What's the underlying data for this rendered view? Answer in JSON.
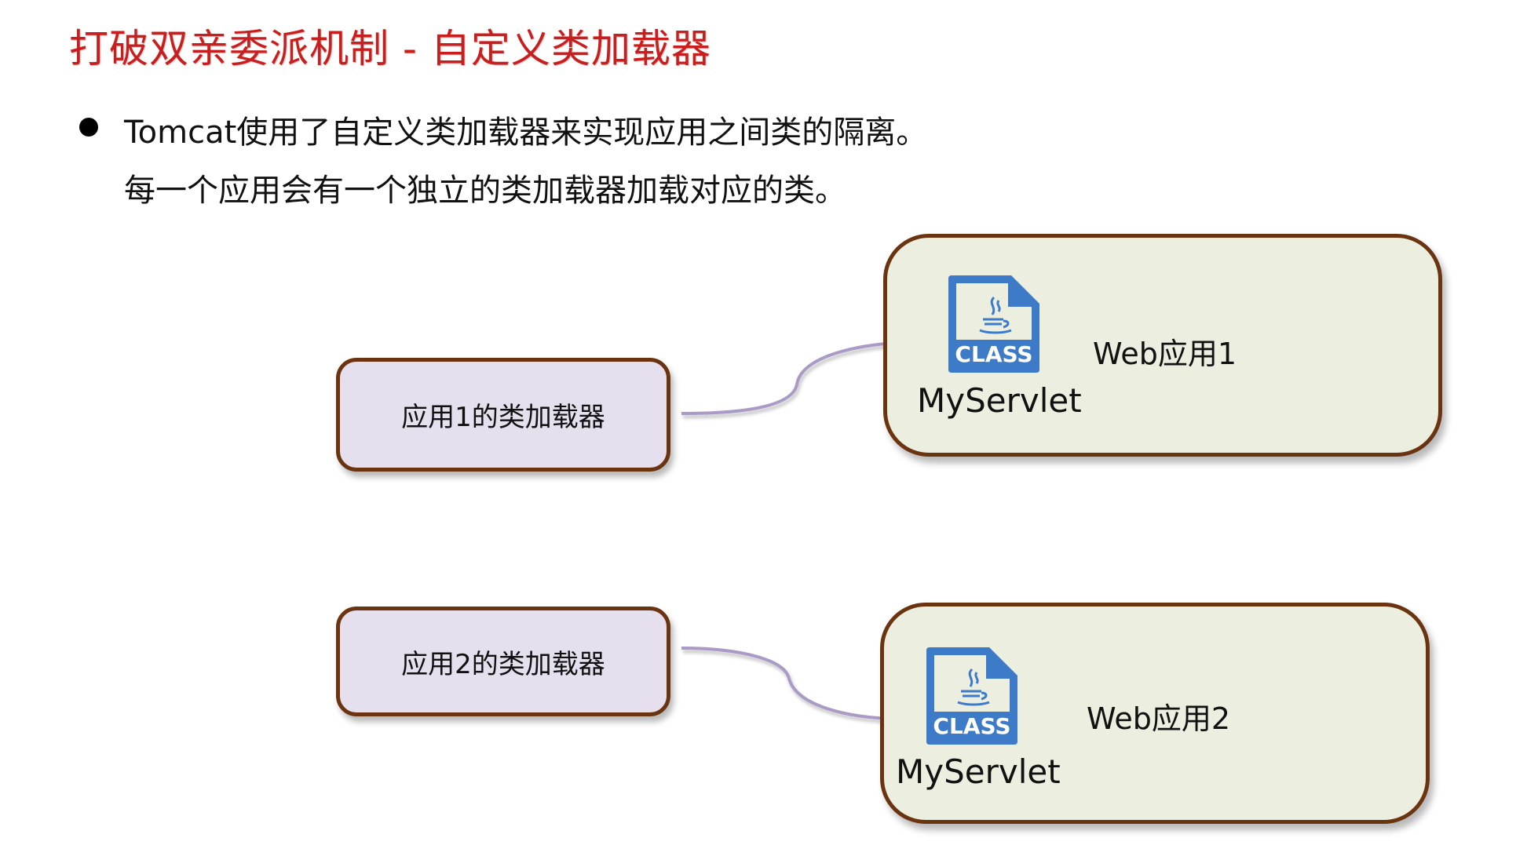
{
  "slide": {
    "title": "打破双亲委派机制 - 自定义类加载器",
    "bullet": {
      "line1": "Tomcat使用了自定义类加载器来实现应用之间类的隔离。",
      "line2": "每一个应用会有一个独立的类加载器加载对应的类。"
    }
  },
  "diagram": {
    "loaders": [
      {
        "label": "应用1的类加载器"
      },
      {
        "label": "应用2的类加载器"
      }
    ],
    "webapps": [
      {
        "label": "Web应用1",
        "class_name": "MyServlet",
        "icon_text": "CLASS",
        "icon": "java-class-file-icon"
      },
      {
        "label": "Web应用2",
        "class_name": "MyServlet",
        "icon_text": "CLASS",
        "icon": "java-class-file-icon"
      }
    ],
    "edges": [
      {
        "from": "应用1的类加载器",
        "to": "Web应用1"
      },
      {
        "from": "应用2的类加载器",
        "to": "Web应用2"
      }
    ]
  },
  "colors": {
    "title": "#c81e1e",
    "box_border": "#6b3410",
    "loader_fill": "#e6e0ee",
    "webapp_fill": "#eceee0",
    "arrow": "#a99ac6",
    "class_icon": "#3d7bc8"
  }
}
